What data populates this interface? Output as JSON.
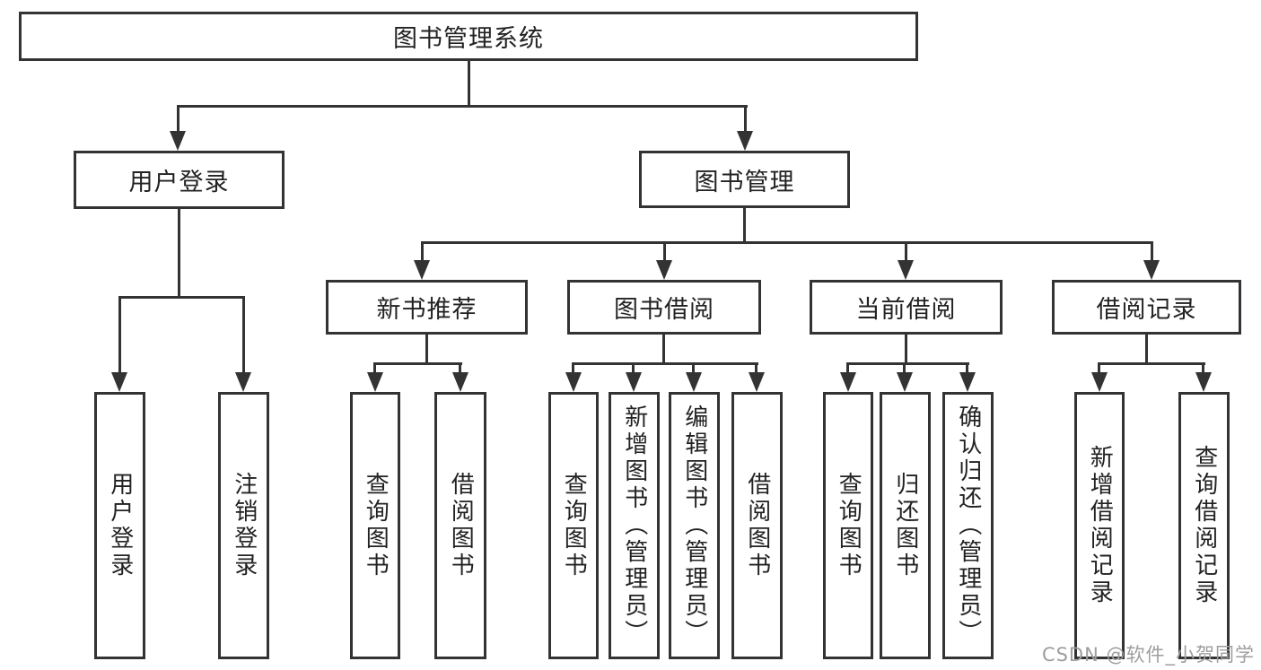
{
  "diagram": {
    "title": "图书管理系统",
    "nodes": {
      "root": {
        "label": "图书管理系统"
      },
      "user_login": {
        "label": "用户登录"
      },
      "book_mgmt": {
        "label": "图书管理"
      },
      "recommend": {
        "label": "新书推荐"
      },
      "borrow": {
        "label": "图书借阅"
      },
      "current": {
        "label": "当前借阅"
      },
      "records": {
        "label": "借阅记录"
      }
    },
    "leaves": {
      "login": [
        "用户登录",
        "注销登录"
      ],
      "recommend": [
        "查询图书",
        "借阅图书"
      ],
      "borrow": [
        "查询图书",
        "新增图书（管理员）",
        "编辑图书（管理员）",
        "借阅图书"
      ],
      "current": [
        "查询图书",
        "归还图书",
        "确认归还（管理员）"
      ],
      "records": [
        "新增借阅记录",
        "查询借阅记录"
      ]
    },
    "watermark": "CSDN @软件_小贺同学",
    "colors": {
      "line": "#333333",
      "text": "#222222",
      "watermark": "#9e9e9e",
      "background": "#ffffff"
    }
  }
}
